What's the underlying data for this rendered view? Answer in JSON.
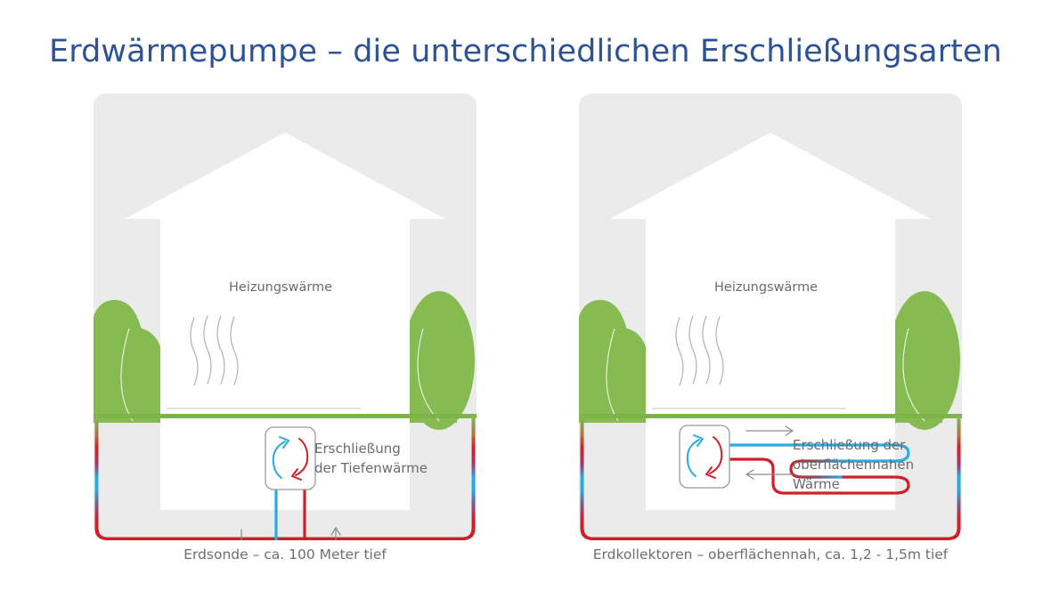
{
  "header": {
    "title": "Erdwärmepumpe – die unterschiedlichen Erschließungsarten",
    "title_color": "#2d5394"
  },
  "colors": {
    "panel_bg": "#ebebeb",
    "house": "#ffffff",
    "ground_line": "#7db34b",
    "tree_green": "#86bb52",
    "cold_pipe": "#29abe2",
    "warm_pipe": "#cf2027",
    "text_gray": "#6b6b6b",
    "arrow_gray": "#8a8a8a"
  },
  "panels": [
    {
      "id": "erdsonde",
      "name": "left-panel",
      "heat_label": "Heizungswärme",
      "annotation_lines": [
        "Erschließung",
        "der Tiefenwärme"
      ],
      "caption": "Erdsonde – ca. 100 Meter tief",
      "arrows": [
        {
          "name": "down-arrow",
          "direction": "down"
        },
        {
          "name": "up-arrow",
          "direction": "up"
        }
      ]
    },
    {
      "id": "erdkollektoren",
      "name": "right-panel",
      "heat_label": "Heizungswärme",
      "annotation_lines": [
        "Erschließung der",
        "oberflächennahen",
        "Wärme"
      ],
      "caption": "Erdkollektoren – oberflächennah, ca. 1,2 - 1,5m tief",
      "arrows": [
        {
          "name": "right-arrow",
          "direction": "right"
        },
        {
          "name": "left-arrow",
          "direction": "left"
        }
      ]
    }
  ]
}
